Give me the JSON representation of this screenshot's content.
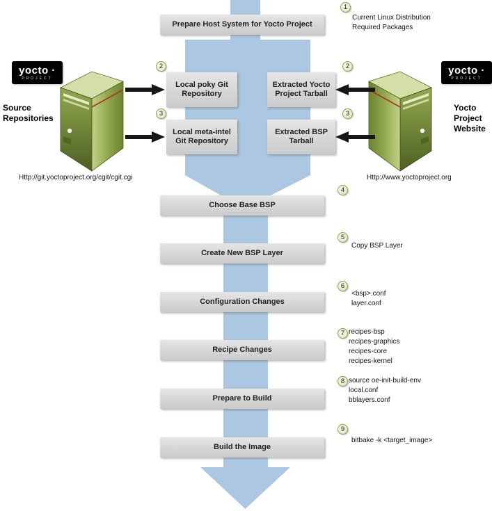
{
  "colors": {
    "arrow_blue": "#abc7e1",
    "box_gray": "#d8d8d8",
    "circle_fill": "#e7eed4",
    "circle_border": "#8fa04a",
    "server_green": "#8aa04a",
    "logo_black": "#020202"
  },
  "steps": {
    "s1": {
      "num": "1",
      "label": "Prepare Host System for Yocto Project",
      "notes": [
        "Current Linux Distribution",
        "Required Packages"
      ]
    },
    "s2_left": {
      "num": "2",
      "label": "Local poky Git Repository"
    },
    "s3_left": {
      "num": "3",
      "label": "Local meta-intel Git Repository"
    },
    "s2_right": {
      "num": "2",
      "label": "Extracted Yocto Project Tarball"
    },
    "s3_right": {
      "num": "3",
      "label": "Extracted BSP Tarball"
    },
    "s4": {
      "num": "4",
      "label": "Choose Base BSP"
    },
    "s5": {
      "num": "5",
      "label": "Create New BSP Layer",
      "notes": [
        "Copy BSP Layer"
      ]
    },
    "s6": {
      "num": "6",
      "label": "Configuration Changes",
      "notes": [
        "<bsp>.conf",
        "layer.conf"
      ]
    },
    "s7": {
      "num": "7",
      "label": "Recipe Changes",
      "notes": [
        "recipes-bsp",
        "recipes-graphics",
        "recipes-core",
        "recipes-kernel"
      ]
    },
    "s8": {
      "num": "8",
      "label": "Prepare to Build",
      "notes": [
        "source oe-init-build-env",
        "local.conf",
        "bblayers.conf"
      ]
    },
    "s9": {
      "num": "9",
      "label": "Build the Image",
      "notes": [
        "bitbake -k <target_image>"
      ]
    }
  },
  "left": {
    "logo_main": "yocto ·",
    "logo_sub": "PROJECT",
    "label": "Source Repositories",
    "url": "Http://git.yoctoproject.org/cgit/cgit.cgi"
  },
  "right": {
    "logo_main": "yocto ·",
    "logo_sub": "PROJECT",
    "label": "Yocto Project Website",
    "url": "Http://www.yoctoproject.org"
  }
}
